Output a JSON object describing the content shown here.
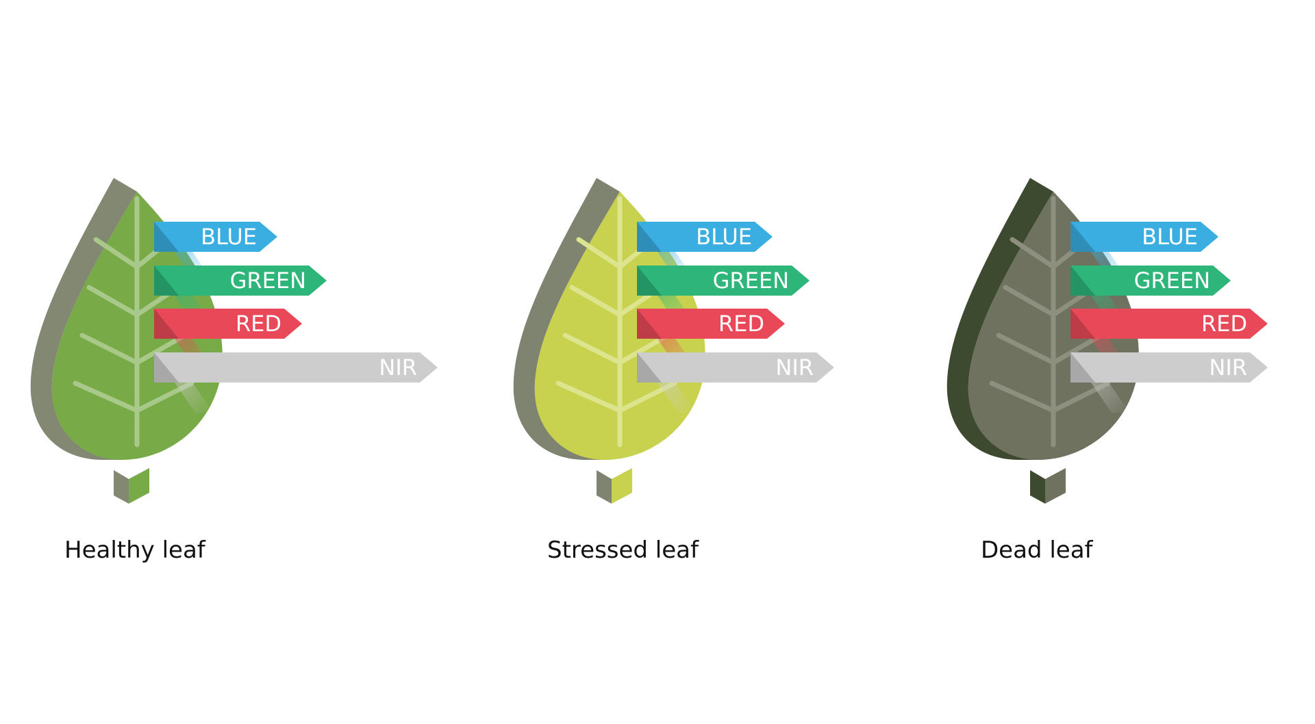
{
  "bands": [
    "BLUE",
    "GREEN",
    "RED",
    "NIR"
  ],
  "band_colors": {
    "BLUE": "#3aaee0",
    "GREEN": "#2eb57a",
    "RED": "#e84858",
    "NIR": "#cdcdcd"
  },
  "panels": [
    {
      "caption": "Healthy leaf",
      "leaf_face": "#79aa48",
      "leaf_side": "#828872",
      "vein": "#a9c98a",
      "reflectance": {
        "BLUE": 0.25,
        "GREEN": 0.45,
        "RED": 0.35,
        "NIR": 0.9
      }
    },
    {
      "caption": "Stressed leaf",
      "leaf_face": "#c8d24e",
      "leaf_side": "#7f8470",
      "vein": "#dde48e",
      "reflectance": {
        "BLUE": 0.3,
        "GREEN": 0.45,
        "RED": 0.35,
        "NIR": 0.55
      }
    },
    {
      "caption": "Dead leaf",
      "leaf_face": "#6f725f",
      "leaf_side": "#3e4a30",
      "vein": "#8d907e",
      "reflectance": {
        "BLUE": 0.35,
        "GREEN": 0.4,
        "RED": 0.55,
        "NIR": 0.55
      }
    }
  ]
}
